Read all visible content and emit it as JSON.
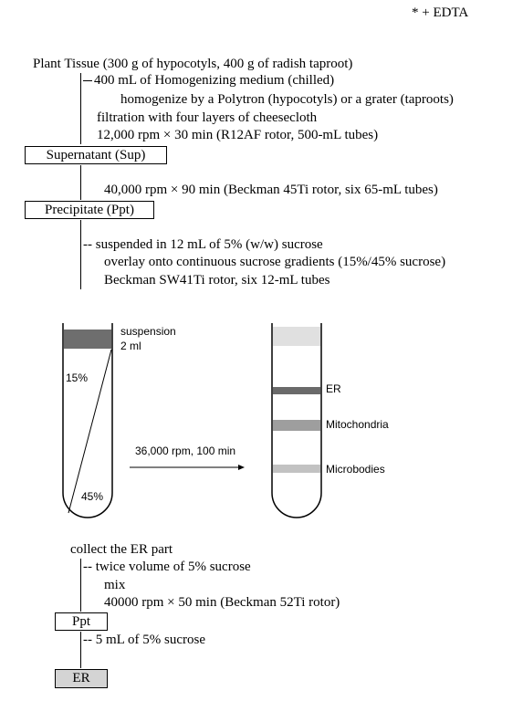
{
  "note": "* + EDTA",
  "step1": {
    "title": "Plant Tissue (300 g of hypocotyls, 400 g of radish taproot)",
    "medium": "400 mL of Homogenizing medium (chilled)",
    "homogenize": "homogenize by a Polytron (hypocotyls) or a grater (taproots)",
    "filtration": "filtration with four layers of cheesecloth",
    "spin": "12,000 rpm × 30 min (R12AF rotor, 500-mL tubes)"
  },
  "supernatant_label": "Supernatant (Sup)",
  "step2": {
    "spin": "40,000 rpm × 90 min (Beckman 45Ti rotor, six 65-mL tubes)"
  },
  "precipitate_label": "Precipitate (Ppt)",
  "step3": {
    "suspend": "-- suspended in 12 mL of 5% (w/w) sucrose",
    "overlay": "overlay onto continuous sucrose gradients (15%/45% sucrose)",
    "rotor": "Beckman SW41Ti rotor, six 12-mL tubes"
  },
  "gradient": {
    "suspension": "suspension",
    "volume": "2 ml",
    "pct_top": "15%",
    "pct_bottom": "45%",
    "spin": "36,000 rpm, 100 min",
    "bands": [
      "ER",
      "Mitochondria",
      "Microbodies"
    ],
    "colors": {
      "suspension_band": "#6e6e6e",
      "top_band": "#e0e0e0",
      "er_band": "#6a6a6a",
      "mito_band": "#9e9e9e",
      "micro_band": "#c2c2c2"
    }
  },
  "step4": {
    "collect": "collect the ER part",
    "twice": "-- twice volume of 5% sucrose",
    "mix": "mix",
    "spin": "40000 rpm × 50 min (Beckman 52Ti rotor)"
  },
  "ppt_label": "Ppt",
  "step5": {
    "sucrose": "-- 5 mL of 5% sucrose"
  },
  "er_label": "ER",
  "er_box_color": "#d4d4d4"
}
